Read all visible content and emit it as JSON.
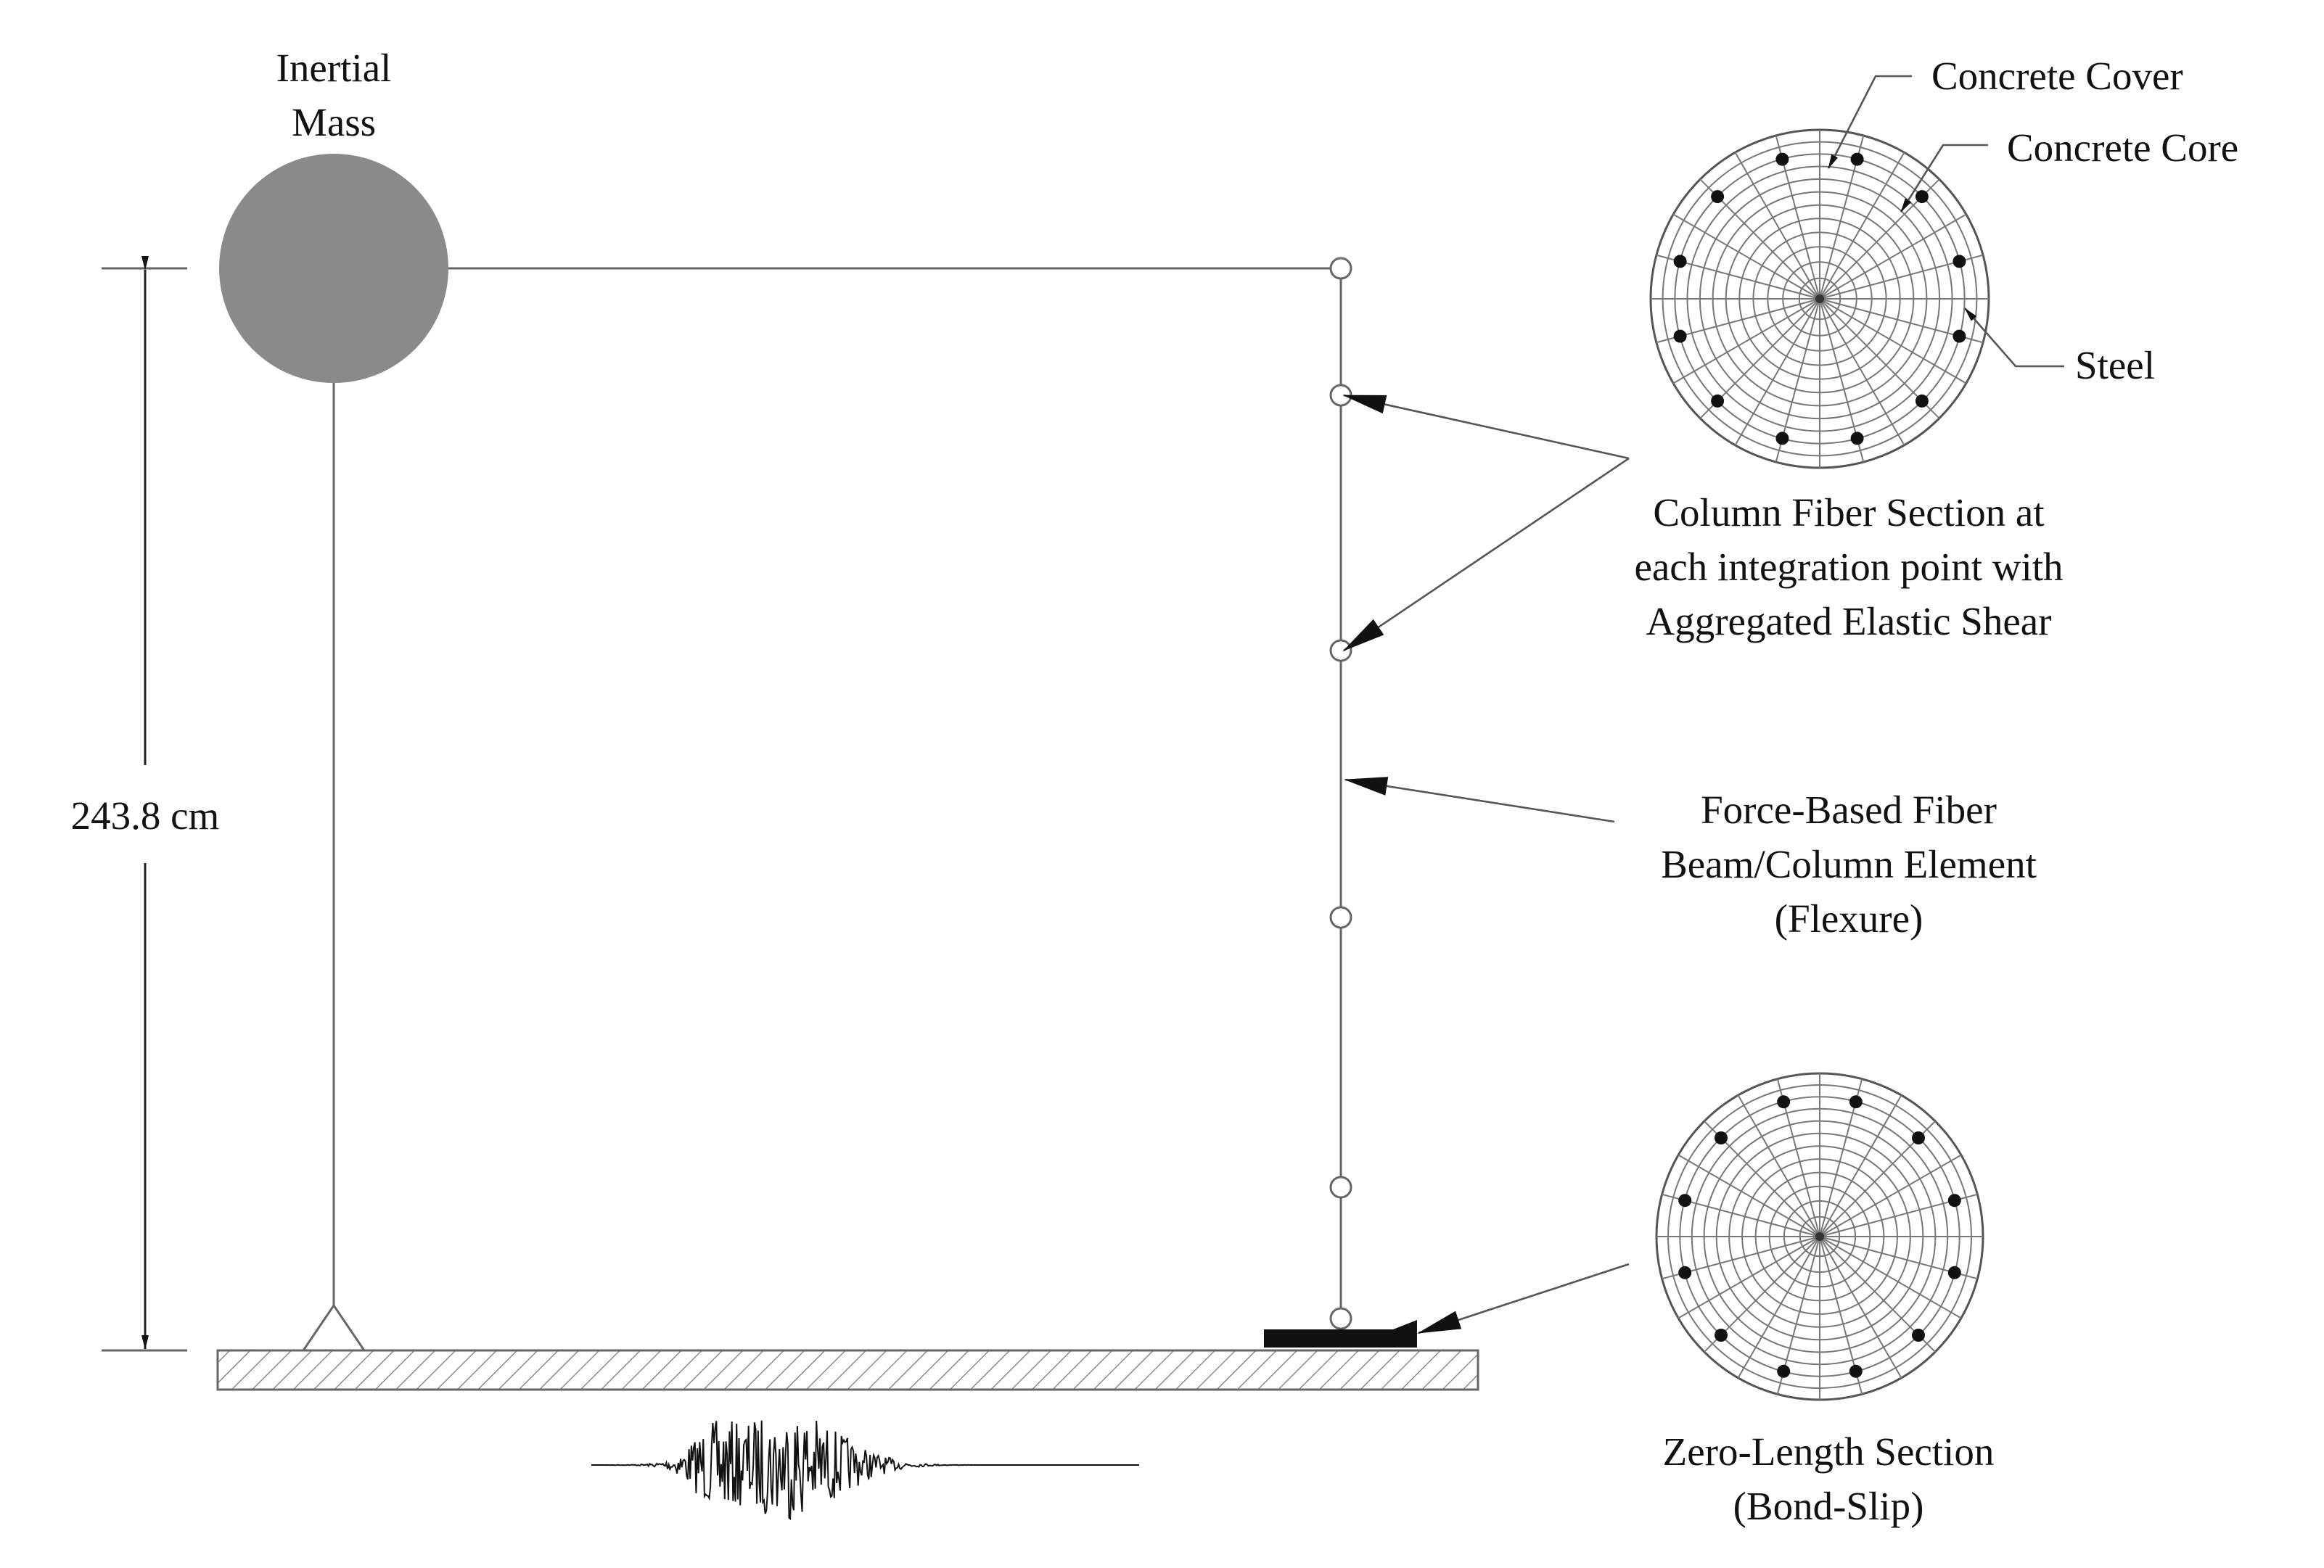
{
  "labels": {
    "inertial_mass_line1": "Inertial",
    "inertial_mass_line2": "Mass",
    "height": "243.8 cm",
    "concrete_cover": "Concrete Cover",
    "concrete_core": "Concrete Core",
    "steel": "Steel",
    "column_fiber_line1": "Column Fiber Section at",
    "column_fiber_line2": "each integration point with",
    "column_fiber_line3": "Aggregated Elastic Shear",
    "force_based_line1": "Force-Based Fiber",
    "force_based_line2": "Beam/Column Element",
    "force_based_line3": "(Flexure)",
    "zero_length_line1": "Zero-Length Section",
    "zero_length_line2": "(Bond-Slip)"
  },
  "colors": {
    "mass": "#8a8a8a",
    "lines": "#666666",
    "text": "#111111",
    "bond_slip_block": "#111111",
    "rebar": "#111111"
  },
  "sections": {
    "top_section_rebar_count": 12,
    "bottom_section_rebar_count": 12
  }
}
